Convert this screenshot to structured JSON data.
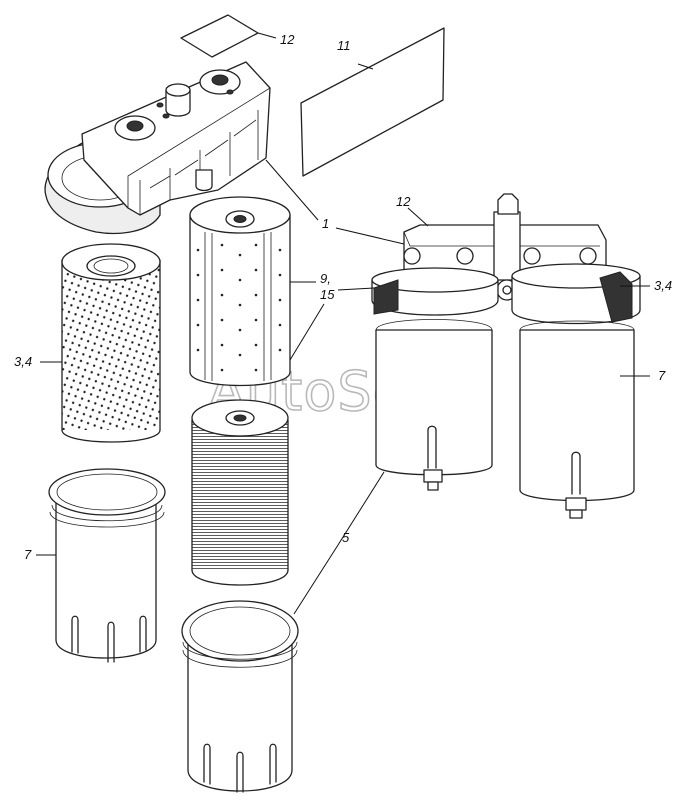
{
  "watermark": "AutoSoft",
  "labels": {
    "top_gasket": "12",
    "sheet": "11",
    "housing": "1",
    "assembled_gasket": "12",
    "paper_element": "9,",
    "paper_element_2": "15",
    "mesh_element_left": "3,4",
    "mesh_element_right": "3,4",
    "bowl_left": "7",
    "bowl_right": "7",
    "bowl_center": "5"
  }
}
